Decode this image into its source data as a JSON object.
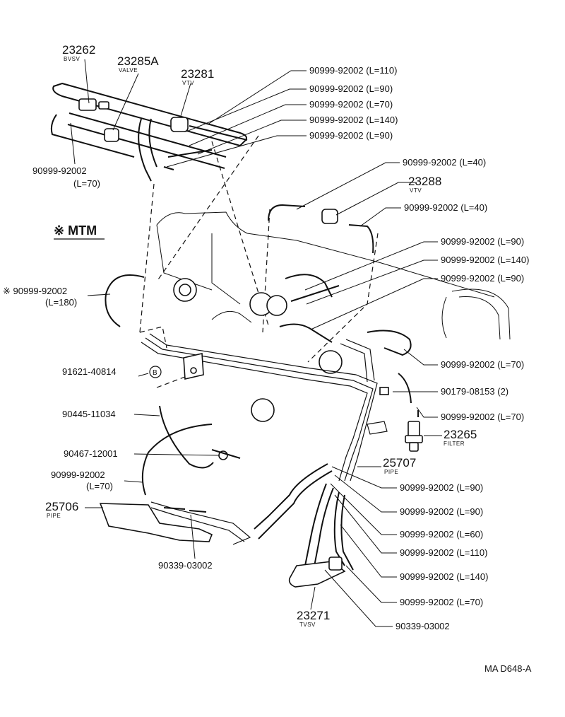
{
  "title_block": {
    "diagram_code": "MA  D648-A",
    "mtm_label": "※ MTM"
  },
  "parts": {
    "p23262": {
      "number": "23262",
      "name": "BVSV"
    },
    "p23285A": {
      "number": "23285A",
      "name": "VALVE"
    },
    "p23281": {
      "number": "23281",
      "name": "VTV"
    },
    "p23288": {
      "number": "23288",
      "name": "VTV"
    },
    "p23265": {
      "number": "23265",
      "name": "FILTER"
    },
    "p25707": {
      "number": "25707",
      "name": "PIPE"
    },
    "p25706": {
      "number": "25706",
      "name": "PIPE"
    },
    "p23271": {
      "number": "23271",
      "name": "TVSV"
    }
  },
  "hoses": {
    "h1": "90999-92002 (L=110)",
    "h2": "90999-92002 (L=90)",
    "h3": "90999-92002 (L=70)",
    "h4": "90999-92002 (L=140)",
    "h5": "90999-92002 (L=90)",
    "h6_num": "90999-92002",
    "h6_len": "(L=70)",
    "h7": "90999-92002 (L=40)",
    "h8": "90999-92002 (L=40)",
    "h9": "90999-92002 (L=90)",
    "h10": "90999-92002 (L=140)",
    "h11": "90999-92002 (L=90)",
    "h12_num": "※ 90999-92002",
    "h12_len": "(L=180)",
    "h13": "90999-92002 (L=70)",
    "h14": "90999-92002 (L=70)",
    "h15_num": "90999-92002",
    "h15_len": "(L=70)",
    "h16": "90999-92002 (L=90)",
    "h17": "90999-92002 (L=90)",
    "h18": "90999-92002 (L=60)",
    "h19": "90999-92002 (L=110)",
    "h20": "90999-92002 (L=140)",
    "h21": "90999-92002 (L=70)"
  },
  "others": {
    "clamp_b": "91621-40814",
    "clamp_b_mark": "B",
    "cap": "90179-08153 (2)",
    "hose_90445": "90445-11034",
    "clip_90467": "90467-12001",
    "clip_90339_a": "90339-03002",
    "clip_90339_b": "90339-03002"
  }
}
